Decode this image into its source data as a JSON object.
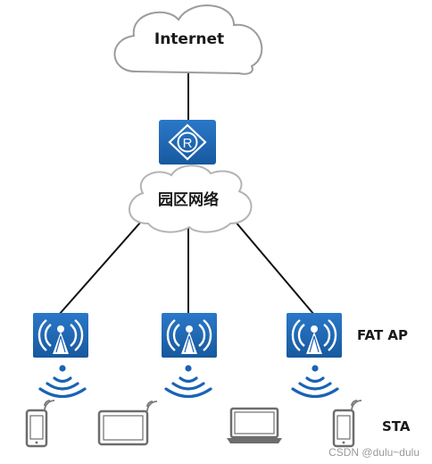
{
  "diagram": {
    "internet_label": "Internet",
    "router_symbol": "R",
    "campus_label": "园区网络",
    "ap_label": "FAT AP",
    "sta_label": "STA",
    "watermark": "CSDN @dulu~dulu",
    "colors": {
      "ap_blue": "#1a63b5",
      "cloud_fill": "#ffffff",
      "cloud_stroke": "#9c9c9c",
      "link_line": "#111111",
      "device_gray": "#6d6d6d"
    },
    "icons": [
      "cloud-icon",
      "router-icon",
      "wireless-ap-icon",
      "wifi-signal-icon",
      "phone-icon",
      "tablet-icon",
      "laptop-icon"
    ]
  }
}
